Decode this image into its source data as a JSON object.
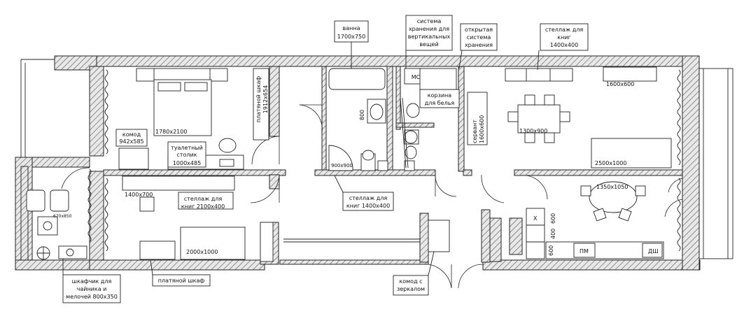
{
  "labels": {
    "bath_tub": [
      "ванна",
      "1700x750"
    ],
    "storage_vertical": [
      "система",
      "хранения для",
      "вертикальных",
      "вещей"
    ],
    "open_storage": [
      "открытая",
      "система",
      "хранения"
    ],
    "bookshelf_top": [
      "стеллаж для",
      "книг",
      "1400x400"
    ],
    "wardrobe_bed": [
      "платяной шкаф",
      "1912x654"
    ],
    "bed_size": "1780x2100",
    "dresser": [
      "комод",
      "942x585"
    ],
    "vanity": [
      "туалетный",
      "столик",
      "1000x485"
    ],
    "tall_800": "800",
    "shower_900": "900x900",
    "laundry": [
      "корзина",
      "для белья"
    ],
    "mc": "МС",
    "sideboard": [
      "сервант",
      "1600x600"
    ],
    "tv_1600": "1600x600",
    "dining_table_1": "1300x900",
    "sofa_2500": "2500x1000",
    "desk_1400": "1400x700",
    "bookshelf_2100": [
      "стеллаж для",
      "книг 2100x400"
    ],
    "bookshelf_mid": [
      "стеллаж для",
      "книг 1400x400"
    ],
    "oval_table": "1350x1050",
    "x_label": "Х",
    "dim_600": "600",
    "dim_400": "400",
    "dim_600b": "600",
    "pm": "ПМ",
    "dsh": "ДШ",
    "sofa_2000": "2000x1000",
    "balcony_670": "670x850",
    "wardrobe_bottom": "платяной шкаф",
    "kettle_cabinet": [
      "шкафчик для",
      "чайника и",
      "мелочей 800x350"
    ],
    "dresser_mirror": [
      "комод с",
      "зеркалом"
    ]
  }
}
